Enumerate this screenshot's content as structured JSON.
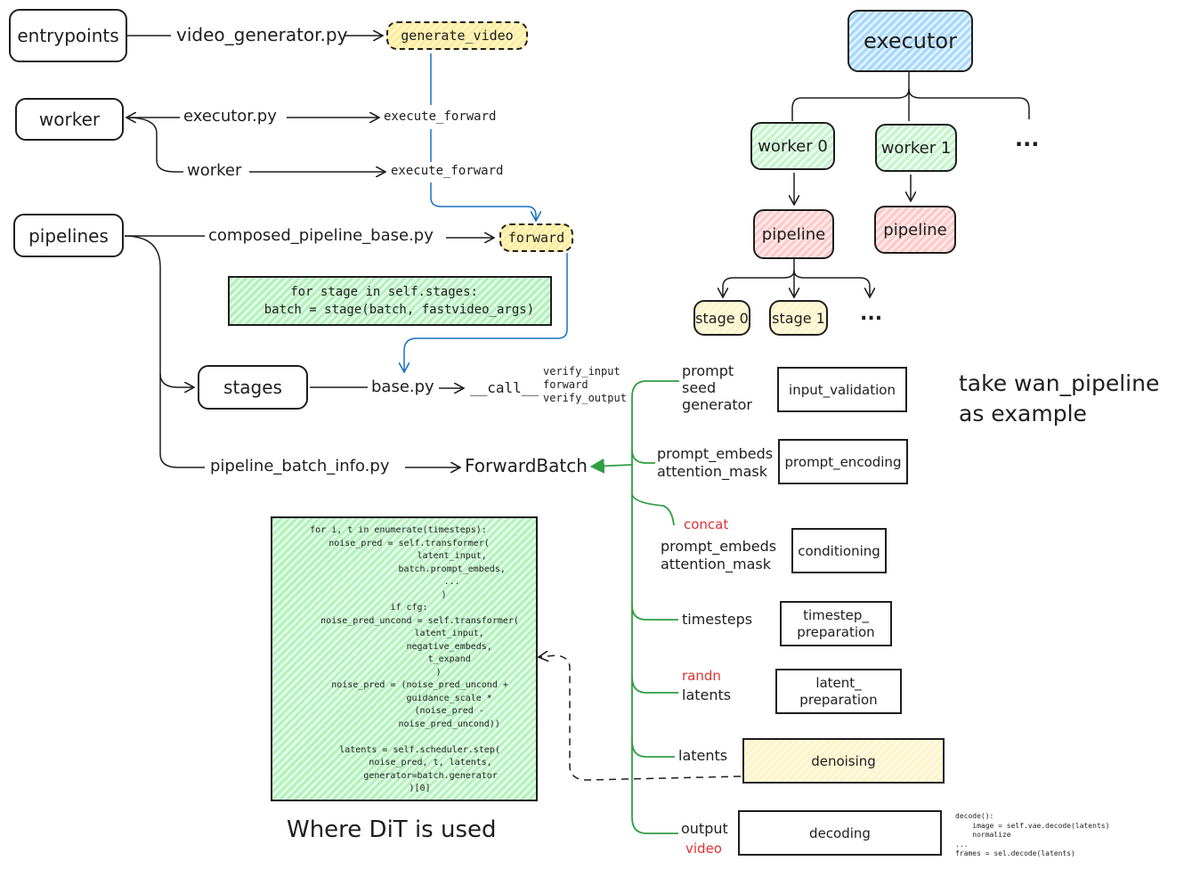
{
  "left_nodes": {
    "entrypoints": "entrypoints",
    "worker": "worker",
    "pipelines": "pipelines",
    "stages": "stages"
  },
  "files": {
    "video_generator": "video_generator.py",
    "executor": "executor.py",
    "worker": "worker",
    "composed_pipeline_base": "composed_pipeline_base.py",
    "base": "base.py",
    "pipeline_batch_info": "pipeline_batch_info.py"
  },
  "functions": {
    "generate_video": "generate_video",
    "execute_forward_1": "execute_forward",
    "execute_forward_2": "execute_forward",
    "forward": "forward",
    "call": "__call__",
    "forward_batch": "ForwardBatch"
  },
  "call_methods": [
    "verify_input",
    "forward",
    "verify_output"
  ],
  "stage_loop_code": "for stage in self.stages:\n    batch = stage(batch, fastvideo_args)",
  "hierarchy": {
    "executor": "executor",
    "worker0": "worker 0",
    "worker1": "worker 1",
    "ellipsis_workers": "...",
    "pipeline_a": "pipeline",
    "pipeline_b": "pipeline",
    "stage0": "stage 0",
    "stage1": "stage 1",
    "ellipsis_stages": "..."
  },
  "example_note": [
    "take wan_pipeline",
    "as example"
  ],
  "stage_rows": {
    "input_validation": {
      "fields": [
        "prompt",
        "seed",
        "generator"
      ],
      "box": "input_validation"
    },
    "prompt_encoding": {
      "fields": [
        "prompt_embeds",
        "attention_mask"
      ],
      "box": "prompt_encoding"
    },
    "conditioning": {
      "note": "concat",
      "fields": [
        "prompt_embeds",
        "attention_mask"
      ],
      "box": "conditioning"
    },
    "timestep_preparation": {
      "fields": [
        "timesteps"
      ],
      "box": [
        "timestep_",
        "preparation"
      ]
    },
    "latent_preparation": {
      "note": "randn",
      "fields": [
        "latents"
      ],
      "box": [
        "latent_",
        "preparation"
      ]
    },
    "denoising": {
      "fields": [
        "latents"
      ],
      "box": "denoising"
    },
    "decoding": {
      "fields": [
        "output"
      ],
      "note": "video",
      "box": "decoding"
    }
  },
  "denoise_code": "for i, t in enumerate(timesteps):\n    noise_pred = self.transformer(\n                    latent_input,\n                    batch.prompt_embeds,\n                    ...\n                 )\n    if cfg:\n        noise_pred_uncond = self.transformer(\n                   latent_input,\n                   negative_embeds,\n                   t_expand\n               )\n        noise_pred = (noise_pred_uncond +\n                   guidance_scale *\n                   (noise_pred -\n                   noise_pred_uncond))\n\n        latents = self.scheduler.step(\n            noise_pred, t, latents,\n            generator=batch.generator\n        )[0]",
  "dit_caption": "Where DiT is used",
  "decode_code": "decode():\n    image = self.vae.decode(latents)\n    normalize\n...\nframes = sel.decode(latents)",
  "colors": {
    "stroke": "#1e1e1e",
    "blue_arrow": "#1971c2",
    "green_arrow": "#2f9e44",
    "red_text": "#e03131",
    "yellow_fill": "#ffec99",
    "green_fill": "#b2f2bb",
    "blue_fill": "#a5d8ff",
    "pink_fill": "#ffc9c9"
  }
}
